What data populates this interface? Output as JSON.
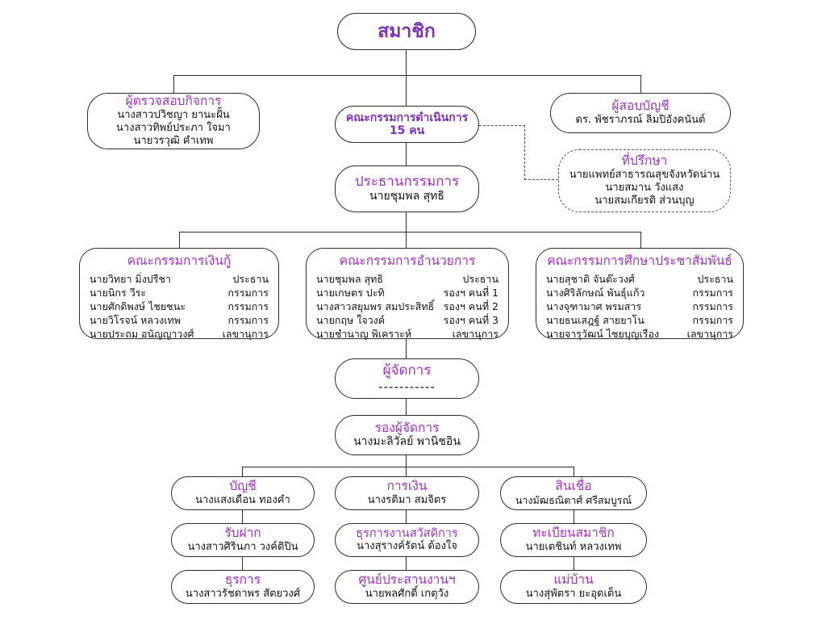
{
  "meta": {
    "title": "แผนผังโครงสร้างองค์กร",
    "accent_color": "#a22ecb",
    "root_color": "#7b2fbf",
    "line_color": "#2b2b2b",
    "background": "#ffffff"
  },
  "root": {
    "title": "สมาชิก"
  },
  "level2": {
    "auditor": {
      "title": "ผู้ตรวจสอบกิจการ",
      "members": [
        "นางสาวปวิชญา ยานะฝั้น",
        "นางสาวทิพย์ประภา ใจมา",
        "นายวรวุฒิ คำเทพ"
      ]
    },
    "board": {
      "title": "คณะกรรมการดำเนินการ",
      "count": "15 คน"
    },
    "accountant": {
      "title": "ผู้สอบบัญชี",
      "members": [
        "ดร. พัชราภรณ์ ลิมปิอังคนันต์"
      ]
    }
  },
  "advisor": {
    "title": "ที่ปรึกษา",
    "members": [
      "นายแพทย์สาธารณสุขจังหวัดน่าน",
      "นายสมาน วังแสง",
      "นายสมเกียรติ ส่วนบุญ"
    ]
  },
  "chairman": {
    "title": "ประธานกรรมการ",
    "name": "นายชุมพล สุทธิ"
  },
  "committees": [
    {
      "title": "คณะกรรมการเงินกู้",
      "rows": [
        {
          "name": "นายวิทยา มิ่งปรีชา",
          "role": "ประธาน"
        },
        {
          "name": "นายนิกร วีระ",
          "role": "กรรมการ"
        },
        {
          "name": "นายศักดิพงษ์ ไชยชนะ",
          "role": "กรรมการ"
        },
        {
          "name": "นายวิโรจน์ หลวงเทพ",
          "role": "กรรมการ"
        },
        {
          "name": "นายประถม อนัญญาวงศ์",
          "role": "เลขานุการ"
        }
      ]
    },
    {
      "title": "คณะกรรมการอำนวยการ",
      "rows": [
        {
          "name": "นายชุมพล สุทธิ",
          "role": "ประธาน"
        },
        {
          "name": "นายเกษตร ปะทิ",
          "role": "รองฯ คนที่ 1"
        },
        {
          "name": "นางสาวสยุมพร สมประสิทธิ์",
          "role": "รองฯ คนที่ 2"
        },
        {
          "name": "นายกฤษ ใจวงค์",
          "role": "รองฯ คนที่ 3"
        },
        {
          "name": "นายชำนาญ พิเคราะห์",
          "role": "เลขานุการ"
        }
      ]
    },
    {
      "title": "คณะกรรมการศึกษาประชาสัมพันธ์",
      "rows": [
        {
          "name": "นายสุชาติ จันต๊ะวงศ์",
          "role": "ประธาน"
        },
        {
          "name": "นางศิริลักษณ์ พันธุ์แก้ว",
          "role": "กรรมการ"
        },
        {
          "name": "นางจุฑามาศ พรมสาร",
          "role": "กรรมการ"
        },
        {
          "name": "นายธนเสฎฐ์ สายยาโน",
          "role": "กรรมการ"
        },
        {
          "name": "นายจารุวัฒน์ ไชยบุญเรือง",
          "role": "เลขานุการ"
        }
      ]
    }
  ],
  "manager": {
    "title": "ผู้จัดการ",
    "name": "-----------"
  },
  "deputy_manager": {
    "title": "รองผู้จัดการ",
    "name": "นางมะลิวัลย์ พานิชอิน"
  },
  "departments": [
    {
      "title": "บัญชี",
      "name": "นางแสงเดือน ทองคำ"
    },
    {
      "title": "การเงิน",
      "name": "นางรติมา สมจิตร"
    },
    {
      "title": "สินเชื่อ",
      "name": "นางมัฒธณิตาศ์ ศรีสมบูรณ์"
    },
    {
      "title": "รับฝาก",
      "name": "นางสาวศิรินภา วงค์ติปิน"
    },
    {
      "title": "ธุรการงานสวัสดิการ",
      "name": "นางสุรางค์รัตน์ ต้องใจ"
    },
    {
      "title": "ทะเบียนสมาชิก",
      "name": "นายเตชินท์ หลวงเทพ"
    },
    {
      "title": "ธุรการ",
      "name": "นางสาวรัชดาพร สัตยวงศ์"
    },
    {
      "title": "ศูนย์ประสานงานฯ",
      "name": "นายพลศักดิ์ เกตุวัง"
    },
    {
      "title": "แม่บ้าน",
      "name": "นางสุพัตรา ยะอุดเต็น"
    }
  ]
}
